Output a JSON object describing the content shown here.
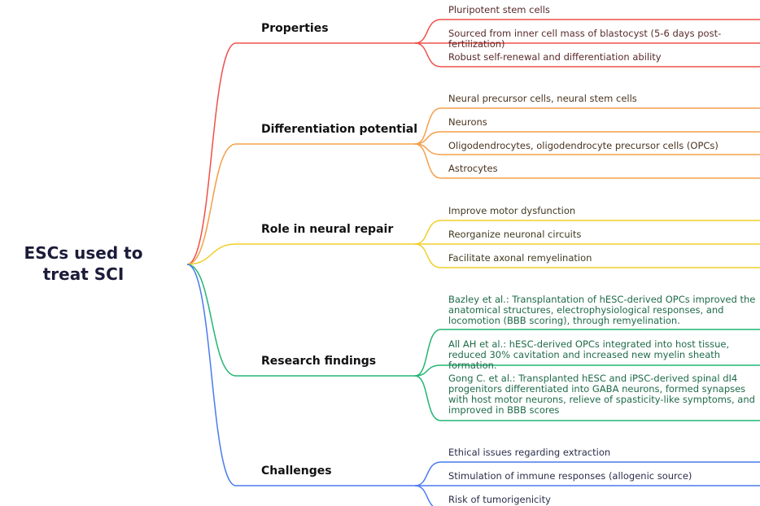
{
  "root": {
    "title": "ESCs used to treat SCI"
  },
  "colors": {
    "red": "#f0504a",
    "orange": "#f5a04a",
    "yellow": "#f0cf2a",
    "green": "#22b573",
    "blue": "#4a7af0"
  },
  "branches": [
    {
      "label": "Properties",
      "color": "#f0504a",
      "text_color": "#5a2a2a",
      "leaves": [
        "Pluripotent stem cells",
        "Sourced from inner cell mass of blastocyst (5-6 days post-fertilization)",
        "Robust self-renewal and differentiation ability"
      ]
    },
    {
      "label": "Differentiation potential",
      "color": "#f5a04a",
      "text_color": "#4a3420",
      "leaves": [
        "Neural precursor cells, neural stem cells",
        "Neurons",
        "Oligodendrocytes, oligodendrocyte precursor cells (OPCs)",
        "Astrocytes"
      ]
    },
    {
      "label": "Role in neural repair",
      "color": "#f0cf2a",
      "text_color": "#3f3a20",
      "leaves": [
        "Improve motor dysfunction",
        "Reorganize neuronal circuits",
        "Facilitate axonal remyelination"
      ]
    },
    {
      "label": "Research findings",
      "color": "#22b573",
      "text_color": "#1f6b4a",
      "leaves": [
        "Bazley et al.: Transplantation of hESC-derived OPCs improved the anatomical structures, electrophysiological responses, and locomotion (BBB scoring), through remyelination.",
        "All AH et al.: hESC-derived OPCs integrated into host tissue, reduced 30% cavitation and increased new myelin sheath formation.",
        "Gong C. et al.: Transplanted hESC and iPSC-derived spinal dI4 progenitors differentiated into GABA neurons, formed synapses with host motor neurons, relieve of spasticity-like symptoms, and improved in BBB scores"
      ]
    },
    {
      "label": "Challenges",
      "color": "#4a7af0",
      "text_color": "#2a2f4a",
      "leaves": [
        "Ethical issues regarding extraction",
        "Stimulation of immune responses (allogenic source)",
        "Risk of tumorigenicity"
      ]
    }
  ]
}
